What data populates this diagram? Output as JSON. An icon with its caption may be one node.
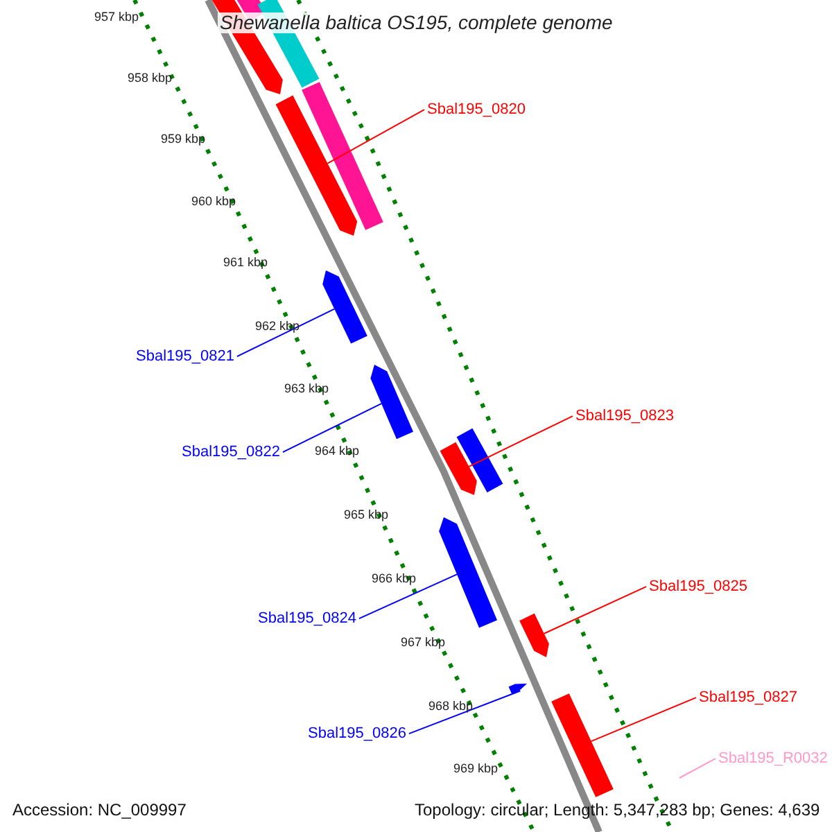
{
  "diagram": {
    "title": "Shewanella baltica OS195, complete genome",
    "nodes": [
      {
        "text": [],
        "shape": "bar"
      },
      {
        "text": [],
        "shape": "bar"
      },
      {
        "text": [],
        "shape": "bar"
      },
      {
        "text": [],
        "shape": "bar"
      },
      {
        "text": [
          "Sbal195_0820"
        ]
      },
      {
        "text": [],
        "shape": "bar"
      },
      {
        "text": [
          "Sbal195_0821"
        ]
      },
      {
        "text": [],
        "shape": "bar"
      },
      {
        "text": [
          "Sbal195_0822"
        ]
      },
      {
        "text": [],
        "shape": "bar"
      },
      {
        "text": [
          "Sbal195_0823"
        ]
      },
      {
        "text": [],
        "shape": "bar"
      },
      {
        "text": [],
        "shape": "bar"
      },
      {
        "text": [
          "Sbal195_0824"
        ]
      },
      {
        "text": [],
        "shape": "bar"
      },
      {
        "text": [
          "Sbal195_0825"
        ]
      },
      {
        "text": [],
        "shape": "bar"
      },
      {
        "text": [
          "Sbal195_0826"
        ]
      },
      {
        "text": [],
        "shape": "bar"
      },
      {
        "text": [
          "Sbal195_0827"
        ]
      },
      {
        "text": [],
        "shape": "bar"
      },
      {
        "text": [
          "Sbal195_R0032"
        ]
      }
    ],
    "edges": [
      {
        "from": 4,
        "to": 5,
        "arrow": "none",
        "color": "#ff0000"
      },
      {
        "from": 6,
        "to": 7,
        "arrow": "none",
        "color": "#0000ff"
      },
      {
        "from": 8,
        "to": 9,
        "arrow": "none",
        "color": "#0000ff"
      },
      {
        "from": 10,
        "to": 11,
        "arrow": "none",
        "color": "#ff0000"
      },
      {
        "from": 13,
        "to": 14,
        "arrow": "none",
        "color": "#0000ff"
      },
      {
        "from": 15,
        "to": 16,
        "arrow": "none",
        "color": "#ff0000"
      },
      {
        "from": 17,
        "to": 18,
        "arrow": "none",
        "color": "#0000ff"
      },
      {
        "from": 19,
        "to": 20,
        "arrow": "none",
        "color": "#ff0000"
      },
      {
        "from": 21,
        "to": null,
        "arrow": "none",
        "color": "#ff99cc"
      }
    ],
    "labels": [
      "957 kbp",
      "958 kbp",
      "959 kbp",
      "960 kbp",
      "961 kbp",
      "962 kbp",
      "963 kbp",
      "964 kbp",
      "965 kbp",
      "966 kbp",
      "967 kbp",
      "968 kbp",
      "969 kbp",
      "Accession: NC_009997",
      "Topology: circular; Length: 5,347,283 bp; Genes: 4,639"
    ]
  }
}
